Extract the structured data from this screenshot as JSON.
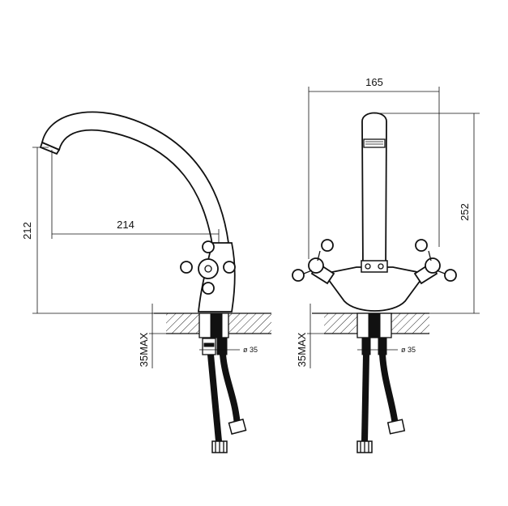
{
  "side_view": {
    "height_label": "212",
    "reach_label": "214",
    "mount_label": "35MAX",
    "hole_label": "ø 35"
  },
  "front_view": {
    "width_label": "165",
    "height_label": "252",
    "mount_label": "35MAX",
    "hole_label": "ø 35"
  }
}
